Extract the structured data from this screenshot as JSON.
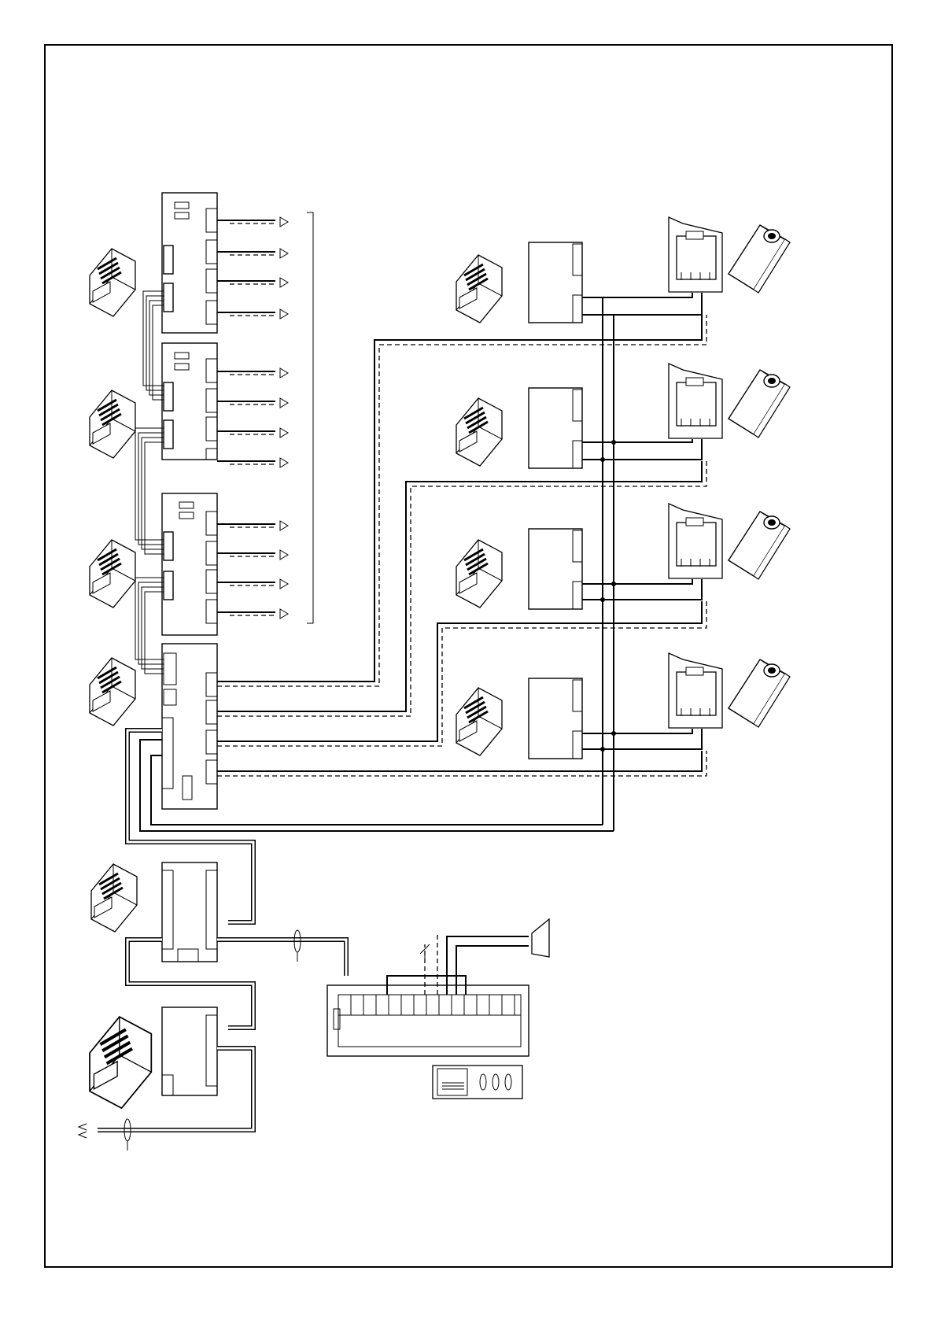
{
  "diagram": {
    "colors": {
      "line": "#000000",
      "background": "#ffffff"
    },
    "switchers": [
      {
        "ports": 4
      },
      {
        "ports": 4
      },
      {
        "ports": 4
      }
    ],
    "distributor": {
      "ports": 4
    },
    "stations": [
      {
        "id": 1
      },
      {
        "id": 2
      },
      {
        "id": 3
      },
      {
        "id": 4
      }
    ],
    "devices": {
      "device_icons": [
        "din-module-icon",
        "din-module-icon",
        "din-module-icon",
        "display-module-icon",
        "din-module-icon",
        "power-supply-icon"
      ],
      "camera_icon": "camera-icon",
      "bracket_icon": "camera-bracket-icon",
      "speaker_icon": "speaker-icon",
      "keypad_icon": "entrance-panel-icon"
    }
  }
}
